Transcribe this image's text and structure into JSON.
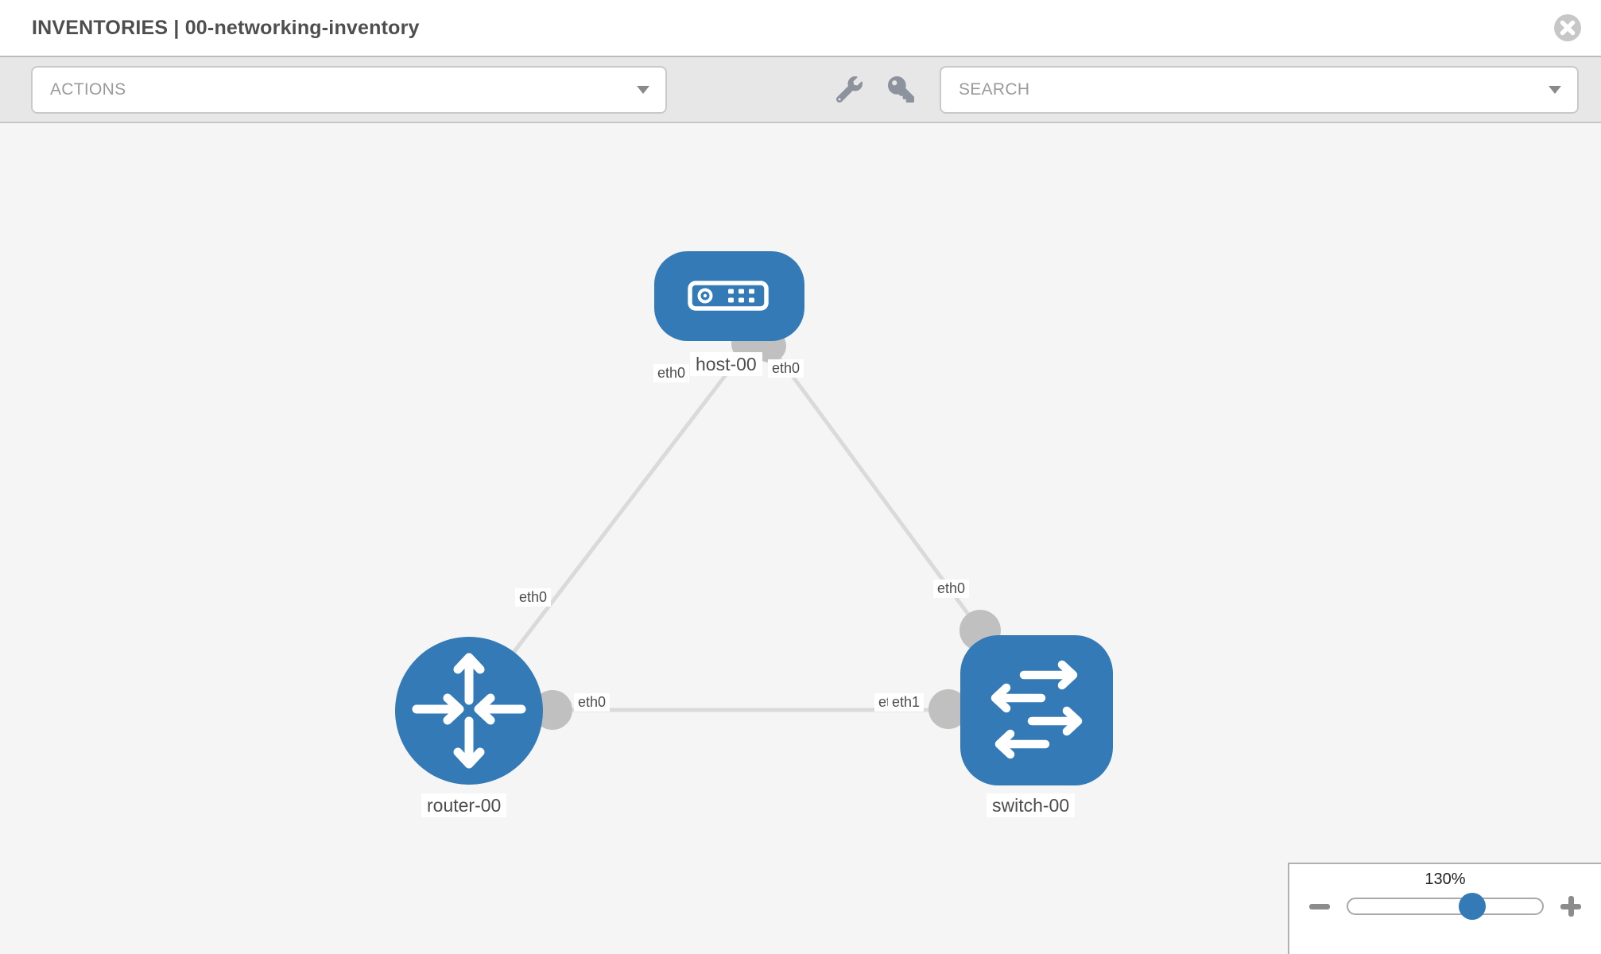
{
  "header": {
    "title": "INVENTORIES | 00-networking-inventory",
    "close_icon": "close-icon"
  },
  "toolbar": {
    "actions_label": "ACTIONS",
    "search_label": "SEARCH",
    "icons": [
      "wrench-icon",
      "key-icon"
    ]
  },
  "topology": {
    "nodes": [
      {
        "id": "host-00",
        "type": "host",
        "label": "host-00"
      },
      {
        "id": "router-00",
        "type": "router",
        "label": "router-00"
      },
      {
        "id": "switch-00",
        "type": "switch",
        "label": "switch-00"
      }
    ],
    "links": [
      {
        "source": "host-00",
        "source_if": "eth0",
        "target": "router-00",
        "target_if": "eth0"
      },
      {
        "source": "host-00",
        "source_if": "eth0",
        "target": "switch-00",
        "target_if": "eth0"
      },
      {
        "source": "router-00",
        "source_if": "eth0",
        "target": "switch-00",
        "target_if": "eth1",
        "target_if_overlapped": "eth0"
      }
    ]
  },
  "zoom_control": {
    "level": "130%",
    "minus_icon": "minus-icon",
    "plus_icon": "plus-icon"
  },
  "colors": {
    "node_blue": "#337ab7",
    "link_gray": "#dadada",
    "connector_gray": "#c0c0c0",
    "toolbar_bg": "#e7e7e7",
    "canvas_bg": "#f5f5f5"
  }
}
